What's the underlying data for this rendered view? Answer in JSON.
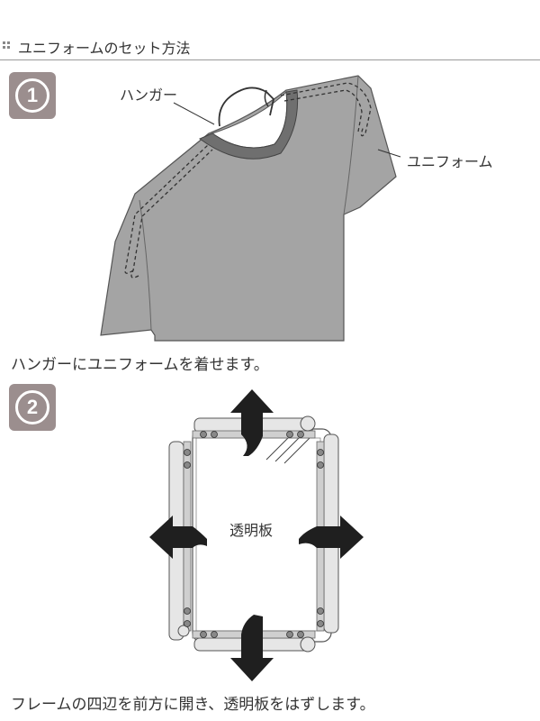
{
  "header": {
    "title": "ユニフォームのセット方法",
    "icon": "grid-dots-icon"
  },
  "step1": {
    "badge": "1",
    "hanger_label": "ハンガー",
    "uniform_label": "ユニフォーム",
    "caption": "ハンガーにユニフォームを着せます。"
  },
  "step2": {
    "badge": "2",
    "panel_label": "透明板",
    "caption": "フレームの四辺を前方に開き、透明板をはずします。"
  },
  "colors": {
    "shirt": "#a4a4a4",
    "collar": "#6f6f6f",
    "badge": "#9b8e8e",
    "arrow": "#1f1f1f",
    "frame": "#e6e6e6"
  }
}
